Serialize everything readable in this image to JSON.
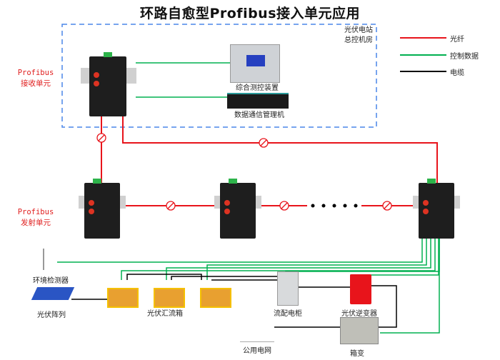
{
  "title": "环路自愈型Profibus接入单元应用",
  "station_label": [
    "光伏电站",
    "总控机房"
  ],
  "legend": [
    {
      "label": "光纤",
      "color": "#e8141b"
    },
    {
      "label": "控制数据",
      "color": "#00b050"
    },
    {
      "label": "电缆",
      "color": "#000000"
    }
  ],
  "receiver_unit_label": [
    "Profibus",
    "接收单元"
  ],
  "transmitter_unit_label": [
    "Profibus",
    "发射单元"
  ],
  "devices": {
    "measurement_control": "综合测控装置",
    "data_comm_manager": "数据通信管理机",
    "environment_monitor": "环境检测器",
    "pv_array": "光伏阵列",
    "pv_combiner_box": "光伏汇流箱",
    "ac_distribution_cabinet": "流配电柜",
    "pv_inverter": "光伏逆变器",
    "public_grid": "公用电网",
    "box_transformer": "箱变"
  },
  "colors": {
    "fiber": "#e8141b",
    "control": "#00b050",
    "cable": "#000000",
    "dashed_border": "#4a86e8"
  }
}
